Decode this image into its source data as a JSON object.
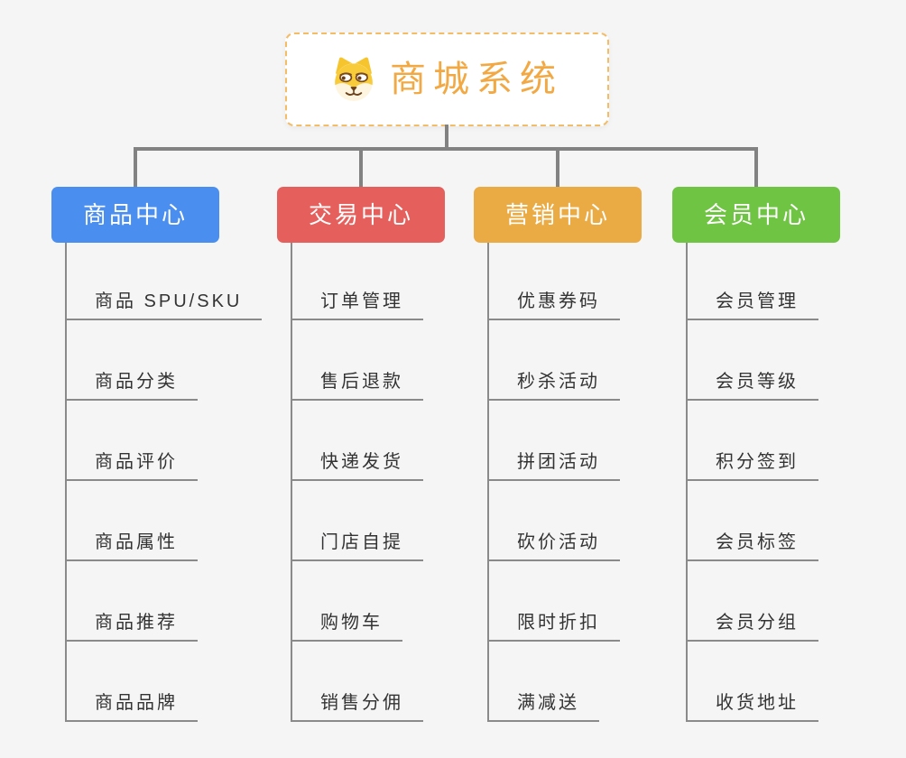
{
  "root": {
    "label": "商城系统",
    "icon": "dog-face",
    "text_color": "#f2a843",
    "border_color": "#f3bd68"
  },
  "connector_color": "#828282",
  "underline_color": "#8a8a8a",
  "branches": [
    {
      "label": "商品中心",
      "color": "#4a8ff0",
      "children": [
        "商品 SPU/SKU",
        "商品分类",
        "商品评价",
        "商品属性",
        "商品推荐",
        "商品品牌"
      ]
    },
    {
      "label": "交易中心",
      "color": "#e5605c",
      "children": [
        "订单管理",
        "售后退款",
        "快递发货",
        "门店自提",
        "购物车",
        "销售分佣"
      ]
    },
    {
      "label": "营销中心",
      "color": "#ebab44",
      "children": [
        "优惠券码",
        "秒杀活动",
        "拼团活动",
        "砍价活动",
        "限时折扣",
        "满减送"
      ]
    },
    {
      "label": "会员中心",
      "color": "#6fc443",
      "children": [
        "会员管理",
        "会员等级",
        "积分签到",
        "会员标签",
        "会员分组",
        "收货地址"
      ]
    }
  ]
}
